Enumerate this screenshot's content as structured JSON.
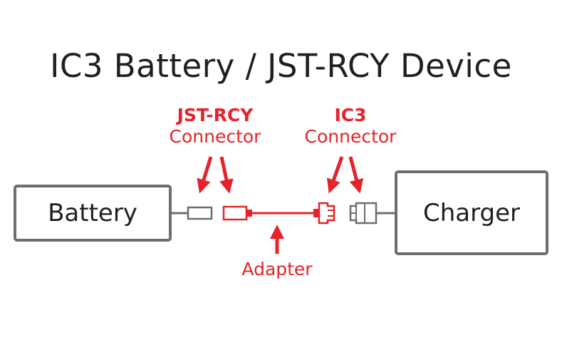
{
  "title": "IC3 Battery / JST-RCY Device",
  "boxes": {
    "battery": "Battery",
    "charger": "Charger"
  },
  "labels": {
    "jst_rcy": {
      "line1": "JST-RCY",
      "line2": "Connector"
    },
    "ic3": {
      "line1": "IC3",
      "line2": "Connector"
    },
    "adapter": "Adapter"
  },
  "colors": {
    "accent": "#e4232b",
    "gray": "#6e6e6e",
    "text": "#1f1f1f"
  }
}
